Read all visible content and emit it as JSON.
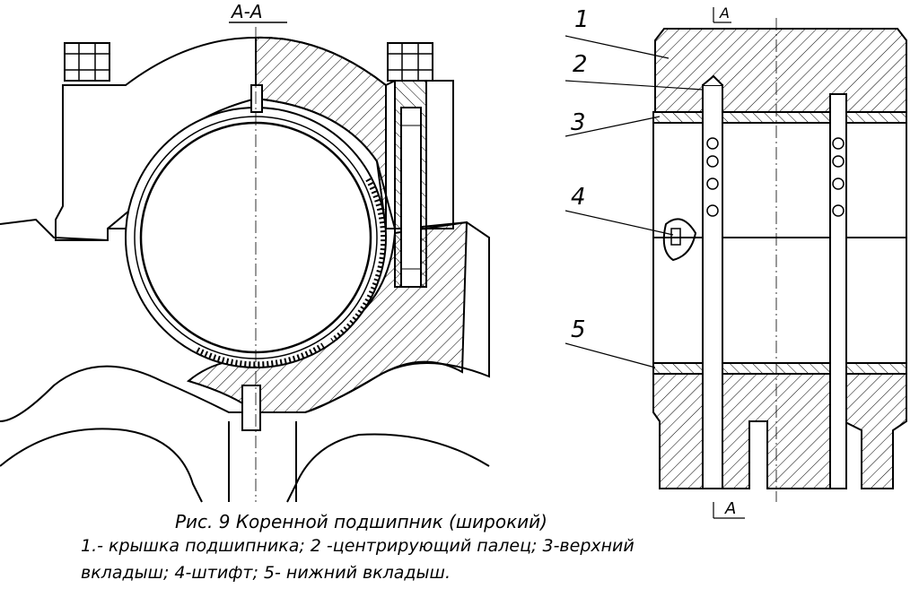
{
  "section_label": "А-А",
  "cut_marker": "А",
  "callouts": [
    "1",
    "2",
    "3",
    "4",
    "5"
  ],
  "caption": {
    "title": "Рис. 9 Коренной подшипник (широкий)",
    "line1": "1.- крышка подшипника; 2 -центрирующий палец; 3-верхний",
    "line2": "вкладыш; 4-штифт; 5- нижний вкладыш."
  },
  "colors": {
    "ink": "#000000",
    "paper": "#ffffff"
  }
}
